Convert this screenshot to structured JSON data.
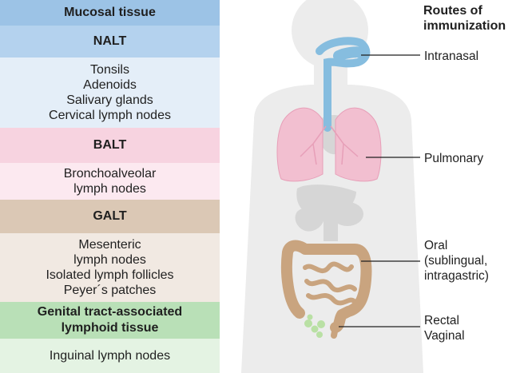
{
  "table": {
    "header": "Mucosal tissue",
    "groups": [
      {
        "name": "NALT",
        "items": [
          "Tonsils",
          "Adenoids",
          "Salivary glands",
          "Cervical lymph nodes"
        ]
      },
      {
        "name": "BALT",
        "items": [
          "Bronchoalveolar",
          "lymph nodes"
        ]
      },
      {
        "name": "GALT",
        "items": [
          "Mesenteric",
          "lymph nodes",
          "Isolated lymph follicles",
          "Peyer´s patches"
        ]
      },
      {
        "name_lines": [
          "Genital tract-associated",
          "lymphoid tissue"
        ],
        "items": [
          "Inguinal lymph nodes"
        ]
      }
    ]
  },
  "routes": {
    "title_lines": [
      "Routes of",
      "immunization"
    ],
    "intranasal": "Intranasal",
    "pulmonary": "Pulmonary",
    "oral_lines": [
      "Oral",
      "(sublingual,",
      "intragastric)"
    ],
    "rectal": "Rectal",
    "vaginal": "Vaginal"
  },
  "colors": {
    "mucosal_header": "#9cc3e6",
    "nalt_header": "#b4d2ee",
    "nalt_body": "#e4eef8",
    "balt_header": "#f7d3e0",
    "balt_body": "#fce9f0",
    "galt_header": "#dbc8b5",
    "galt_body": "#f1e9e2",
    "genital_header": "#b9e0b7",
    "genital_body": "#e4f3e3",
    "silhouette": "#ececec",
    "organ_gray": "#d6d6d6",
    "airway": "#86bddf",
    "lungs": "#f2bfd0",
    "intestine": "#c9a47f",
    "lymph_nodes": "#b9e0a4"
  }
}
